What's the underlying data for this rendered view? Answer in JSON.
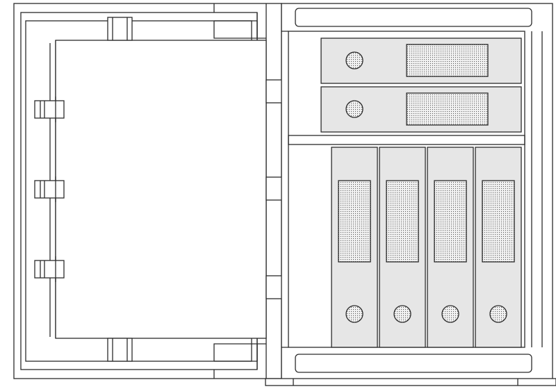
{
  "colors": {
    "line": "#2b2b2b",
    "background": "#ffffff",
    "binder_fill": "#e6e6e6",
    "label_dots": "#555555"
  },
  "safe": {
    "door_hinges": 3,
    "latch_bolts": 3,
    "horizontal_binders": 2,
    "vertical_binders": 4
  }
}
